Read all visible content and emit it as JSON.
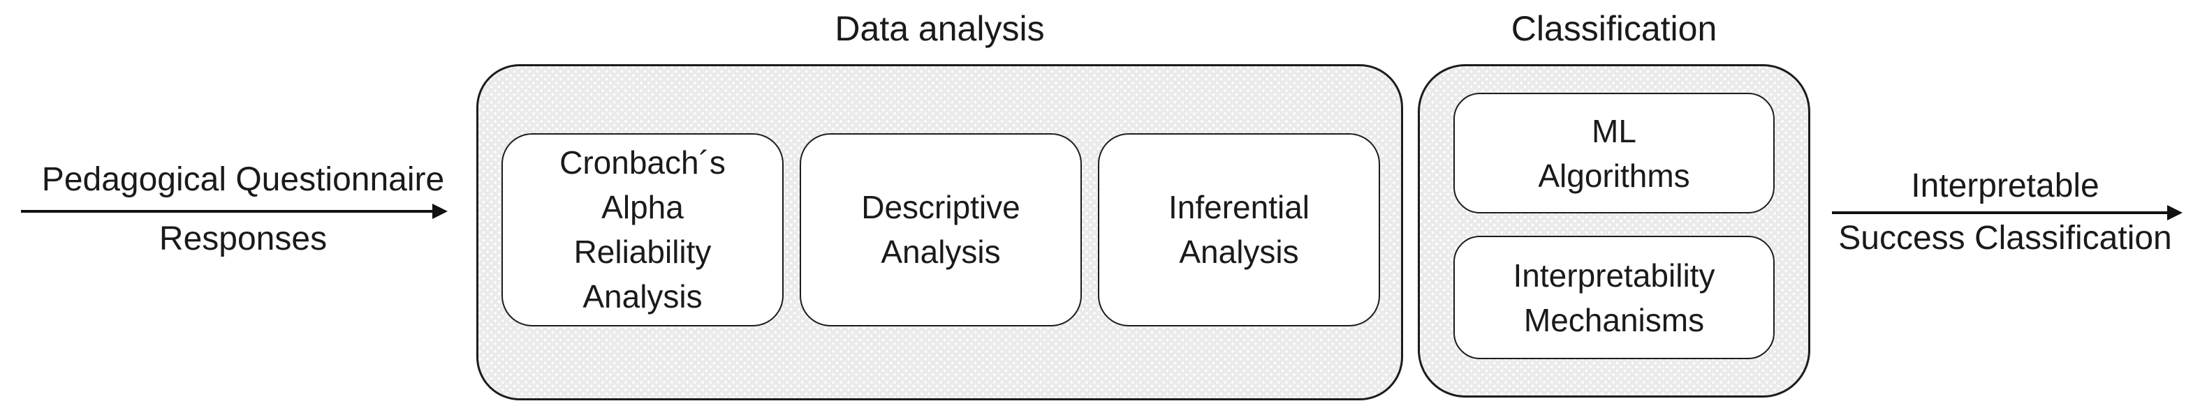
{
  "diagram": {
    "kind": "process-flow",
    "colors": {
      "ink": "#1a1a1a",
      "line": "#111111",
      "container_border": "#1c1c1c",
      "container_fill": "#ebebeb",
      "container_dot": "#ffffff",
      "node_fill": "#ffffff",
      "background": "#ffffff"
    },
    "input_label": {
      "line1": "Pedagogical Questionnaire",
      "line2": "Responses"
    },
    "output_label": {
      "line1": "Interpretable",
      "line2": "Success Classification"
    },
    "data_analysis": {
      "title": "Data analysis",
      "box1": "Cronbach´s\nAlpha\nReliability\nAnalysis",
      "box2": "Descriptive\nAnalysis",
      "box3": "Inferential\nAnalysis"
    },
    "classification": {
      "title": "Classification",
      "box1": "ML\nAlgorithms",
      "box2": "Interpretability\nMechanisms"
    }
  }
}
